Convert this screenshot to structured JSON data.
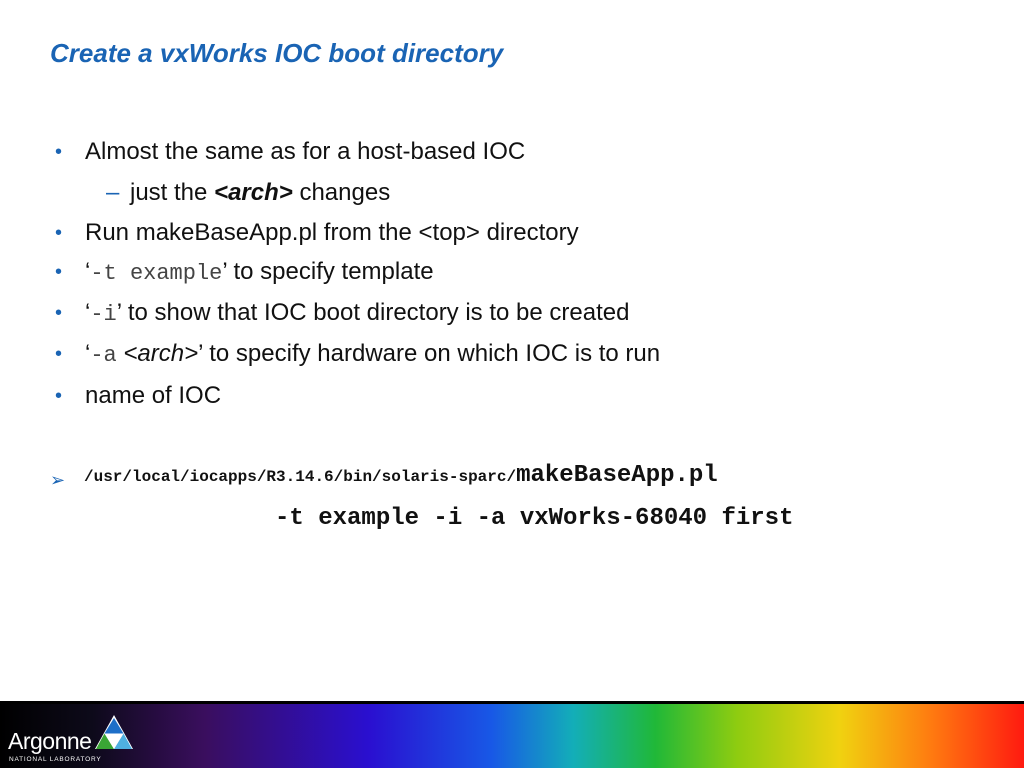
{
  "slide": {
    "title": "Create a vxWorks IOC boot directory"
  },
  "bullets": {
    "b1": "Almost the same as for a host-based IOC",
    "b1_sub_pre": "just the ",
    "b1_sub_arch": "<arch>",
    "b1_sub_post": " changes",
    "b2": "Run makeBaseApp.pl from the <top> directory",
    "b3_open": "‘",
    "b3_code": "-t example",
    "b3_post": "’ to specify template",
    "b4_open": "‘",
    "b4_code": "-i",
    "b4_post": "’ to show that IOC boot directory is to be created",
    "b5_open": "‘",
    "b5_code": "-a",
    "b5_arch": " <arch>",
    "b5_post": "’ to specify hardware on which IOC is to run",
    "b6": "name of IOC"
  },
  "command": {
    "path": "/usr/local/iocapps/R3.14.6/bin/solaris-sparc/",
    "program": "makeBaseApp.pl",
    "args": "-t example -i -a vxWorks-68040 first"
  },
  "footer": {
    "logo_name": "Argonne",
    "logo_subtitle": "NATIONAL LABORATORY"
  },
  "colors": {
    "accent_blue": "#1a64b4",
    "text": "#111111",
    "code_gray": "#444444"
  },
  "icons": {
    "bullet": "bullet-dot-icon",
    "sub_bullet": "dash-icon",
    "command": "arrow-pointer-icon",
    "logo": "argonne-triangle-logo"
  }
}
